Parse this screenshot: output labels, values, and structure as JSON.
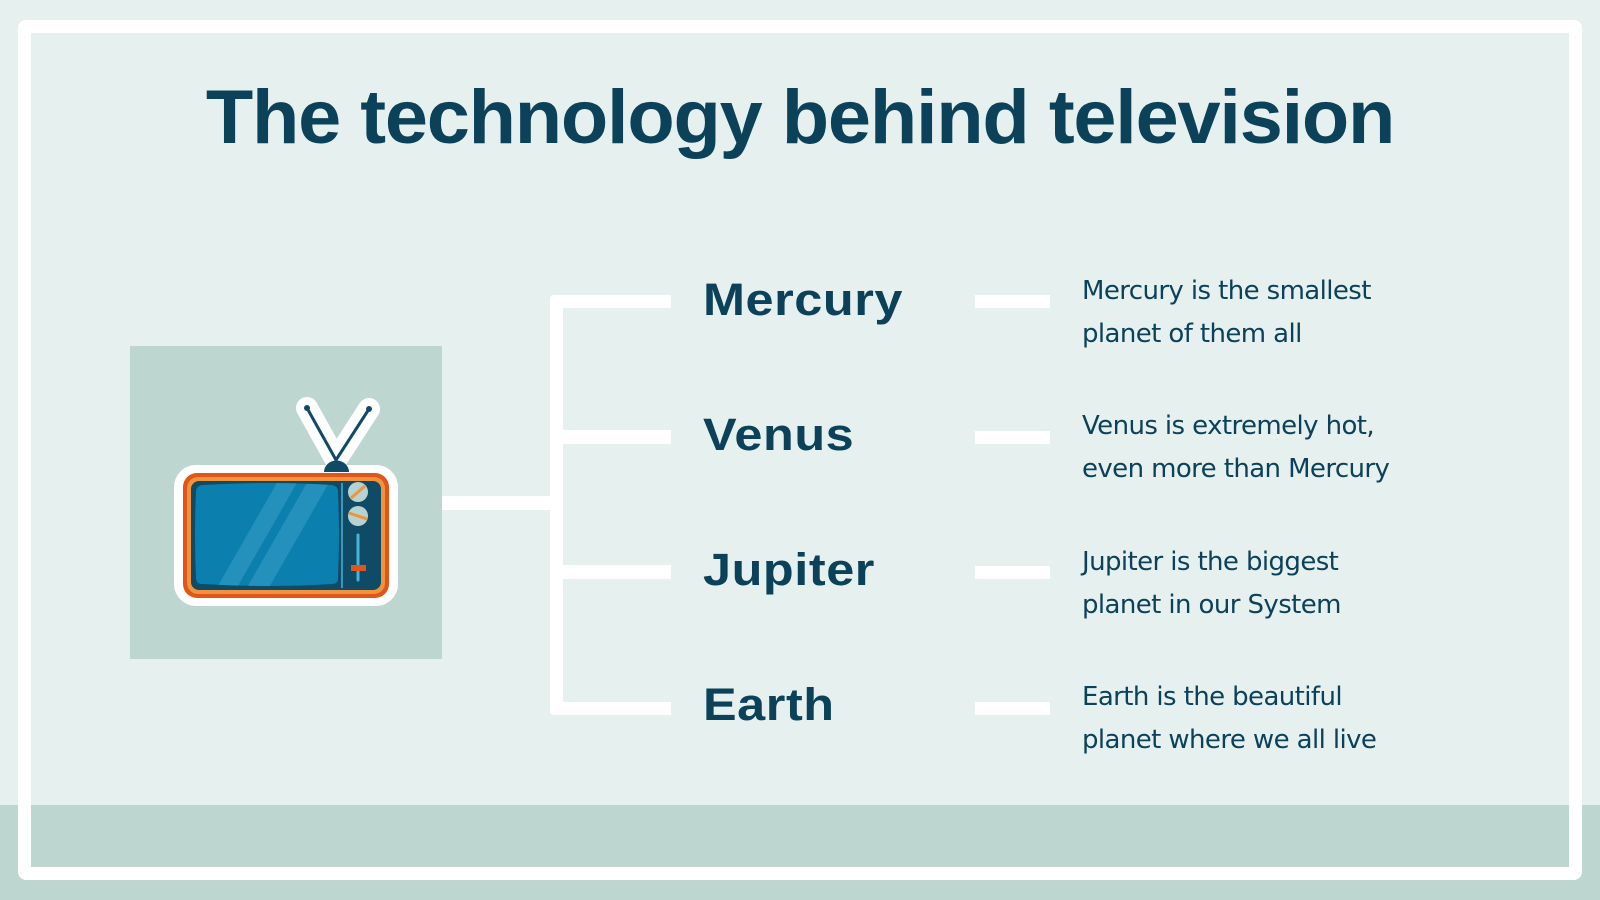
{
  "slide": {
    "title": "The technology behind television",
    "colors": {
      "background": "#e6f0ef",
      "band": "#bdd6d0",
      "frame": "#ffffff",
      "text": "#0c4259",
      "tv_orange_dark": "#e0561a",
      "tv_orange_light": "#f2923a",
      "tv_body": "#0f4a66",
      "tv_screen": "#0b7fae"
    },
    "illustration": {
      "icon": "retro-tv-icon"
    },
    "items": [
      {
        "name": "Mercury",
        "description_line1": "Mercury is the smallest",
        "description_line2": "planet of them all"
      },
      {
        "name": "Venus",
        "description_line1": "Venus is extremely hot,",
        "description_line2": "even more than Mercury"
      },
      {
        "name": "Jupiter",
        "description_line1": "Jupiter is the biggest",
        "description_line2": "planet in our System"
      },
      {
        "name": "Earth",
        "description_line1": "Earth is the beautiful",
        "description_line2": "planet where we all live"
      }
    ]
  }
}
